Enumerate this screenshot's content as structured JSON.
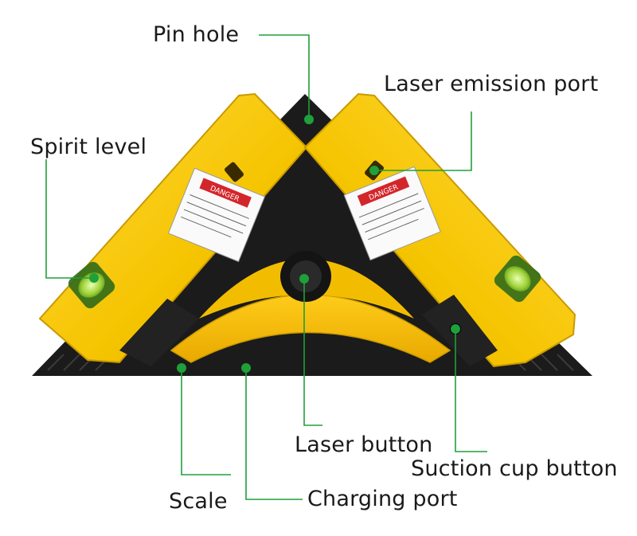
{
  "labels": {
    "pin_hole": "Pin hole",
    "laser_emission_port": "Laser emission port",
    "spirit_level": "Spirit level",
    "laser_button": "Laser button",
    "suction_cup_button": "Suction cup button",
    "scale": "Scale",
    "charging_port": "Charging port"
  },
  "warning_label_text": "DANGER",
  "colors": {
    "body_yellow": "#f5c400",
    "body_shadow": "#c99a00",
    "base_black": "#1b1b1b",
    "leader_green": "#1ea03a",
    "warning_red": "#d3262b"
  }
}
